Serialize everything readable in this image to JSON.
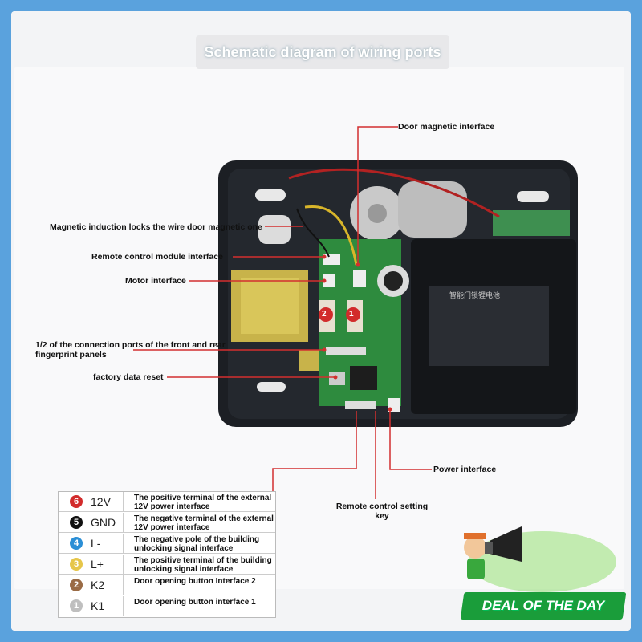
{
  "title": "Schematic diagram of wiring ports",
  "labels": {
    "door_magnetic": "Door magnetic interface",
    "magnetic_induction": "Magnetic induction locks the wire door magnetic one",
    "remote_module": "Remote control module interface",
    "motor": "Motor interface",
    "connection_ports": "1/2 of the connection ports of the front and rear fingerprint panels",
    "factory_reset": "factory data reset",
    "power": "Power interface",
    "remote_setting_key": "Remote control setting key",
    "board_pin_1": "1",
    "board_pin_2": "2",
    "battery_text": "智能门锁锂电池"
  },
  "legend": [
    {
      "num": "6",
      "color": "#d22b2b",
      "name": "12V",
      "desc": "The positive terminal of the external 12V power interface"
    },
    {
      "num": "5",
      "color": "#111111",
      "name": "GND",
      "desc": "The negative terminal of the external 12V power interface"
    },
    {
      "num": "4",
      "color": "#2b8fd6",
      "name": "L-",
      "desc": "The negative pole of the building unlocking signal interface"
    },
    {
      "num": "3",
      "color": "#e6c64a",
      "name": "L+",
      "desc": "The positive terminal of the building unlocking signal interface"
    },
    {
      "num": "2",
      "color": "#9a6b45",
      "name": "K2",
      "desc": "Door opening button Interface 2"
    },
    {
      "num": "1",
      "color": "#bfbfbf",
      "name": "K1",
      "desc": "Door opening button interface 1"
    }
  ],
  "badge": {
    "text": "DEAL OF THE DAY"
  },
  "colors": {
    "accent_line": "#d32f2f",
    "background": "#5aa2dd",
    "pcb": "#2e8b3e",
    "deal": "#1a9d3a"
  }
}
